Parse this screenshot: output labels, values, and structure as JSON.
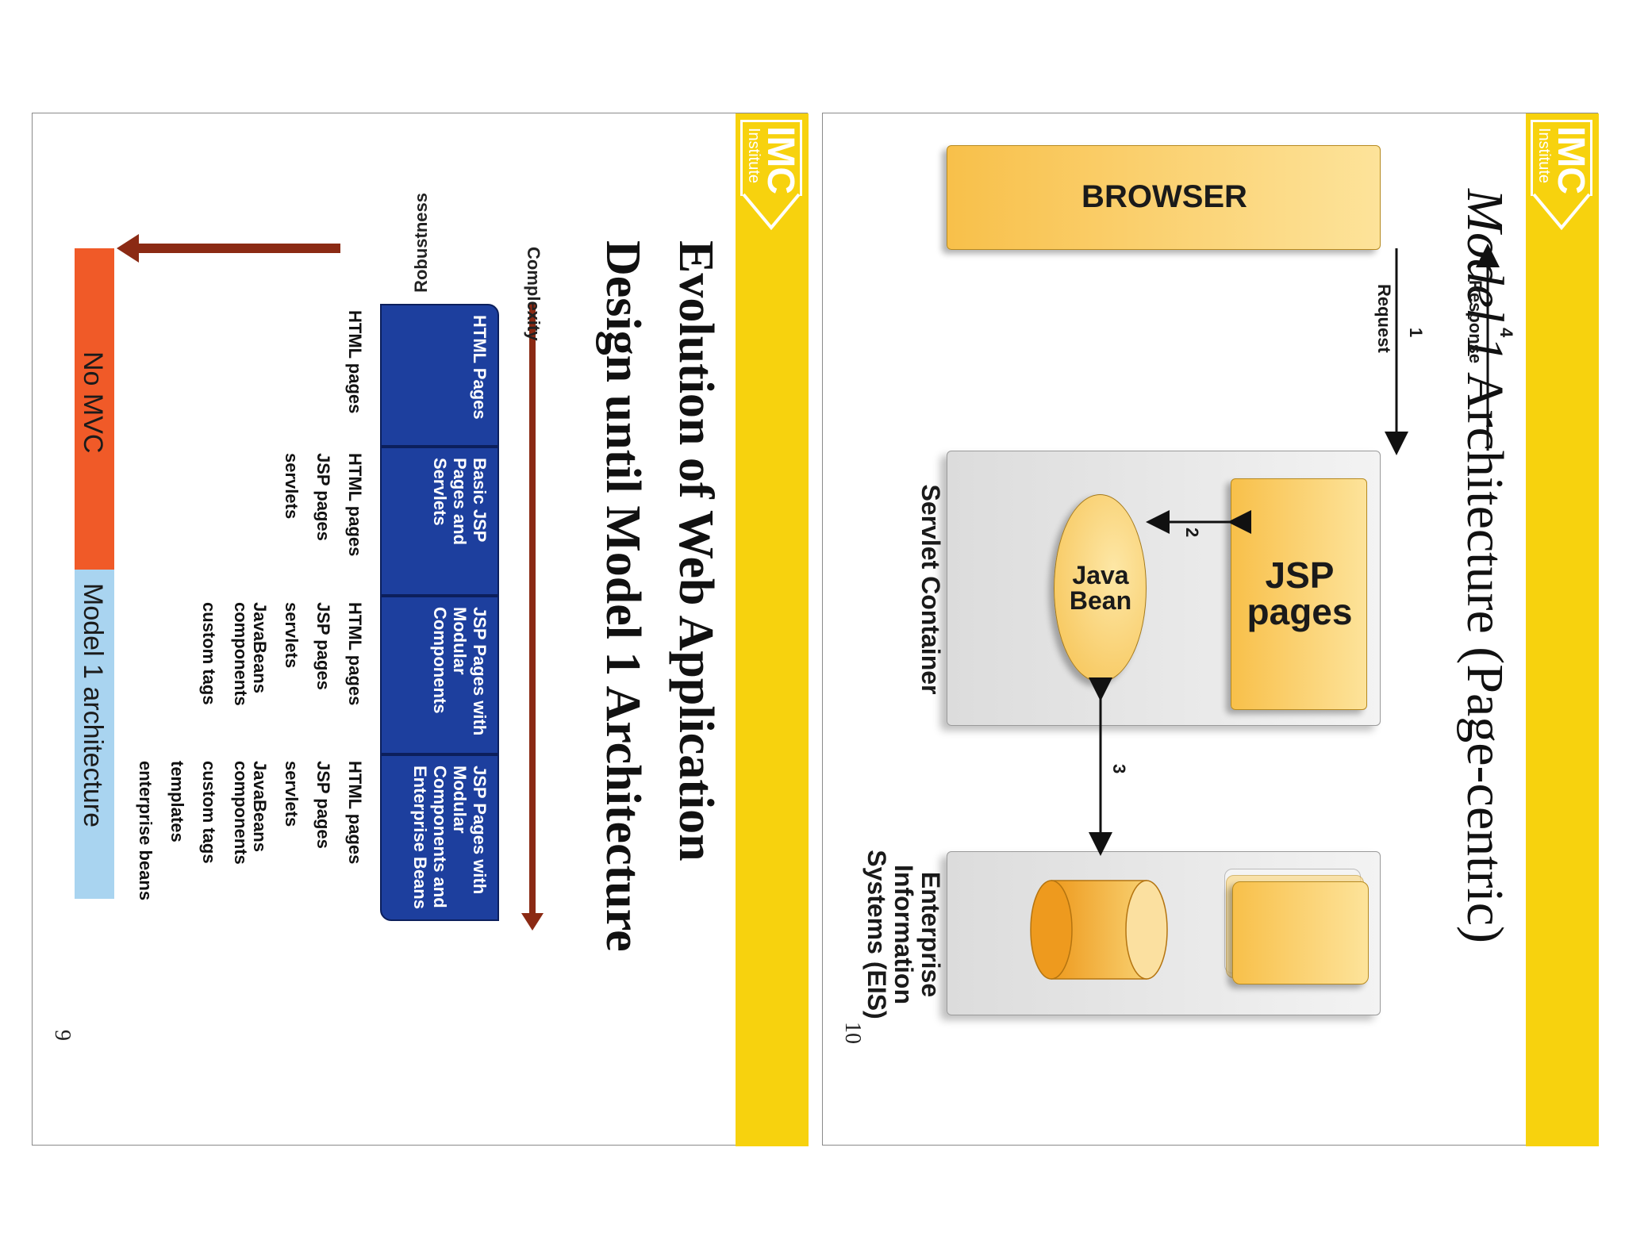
{
  "brand": {
    "logo_main": "IMC",
    "logo_sub": "Institute",
    "band_color": "#f7d20e"
  },
  "slide1": {
    "title_line1": "Evolution of Web Application",
    "title_line2": "Design until Model 1 Architecture",
    "axis_complexity": "Complexity",
    "axis_robustness": "Robustness",
    "columns": [
      {
        "header": "HTML Pages",
        "items": [
          "HTML pages"
        ]
      },
      {
        "header": "Basic JSP Pages and Servlets",
        "items": [
          "HTML pages",
          "JSP pages",
          "servlets"
        ]
      },
      {
        "header": "JSP Pages with Modular Components",
        "items": [
          "HTML pages",
          "JSP pages",
          "servlets",
          "JavaBeans components",
          "custom tags"
        ]
      },
      {
        "header": "JSP Pages with Modular Components and Enterprise Beans",
        "items": [
          "HTML pages",
          "JSP pages",
          "servlets",
          "JavaBeans components",
          "custom tags",
          "templates",
          "enterprise beans"
        ]
      }
    ],
    "bar_left": "No MVC",
    "bar_right": "Model 1 architecture",
    "colors": {
      "header_blue": "#1d3f9e",
      "bar_left": "#f05a28",
      "bar_right": "#a9d4f0",
      "arrow": "#8b2a14"
    },
    "page_number": "9"
  },
  "slide2": {
    "title_italic": "Model 1",
    "title_rest": "Architecture (Page-centric)",
    "browser": "BROWSER",
    "request_num": "1",
    "request": "Request",
    "response_num": "4",
    "response": "Response",
    "jsp": "JSP pages",
    "step2": "2",
    "bean": "Java Bean",
    "step3": "3",
    "servlet_container": "Servlet Container",
    "eis": "Enterprise Information Systems (EIS)",
    "page_number": "10"
  }
}
